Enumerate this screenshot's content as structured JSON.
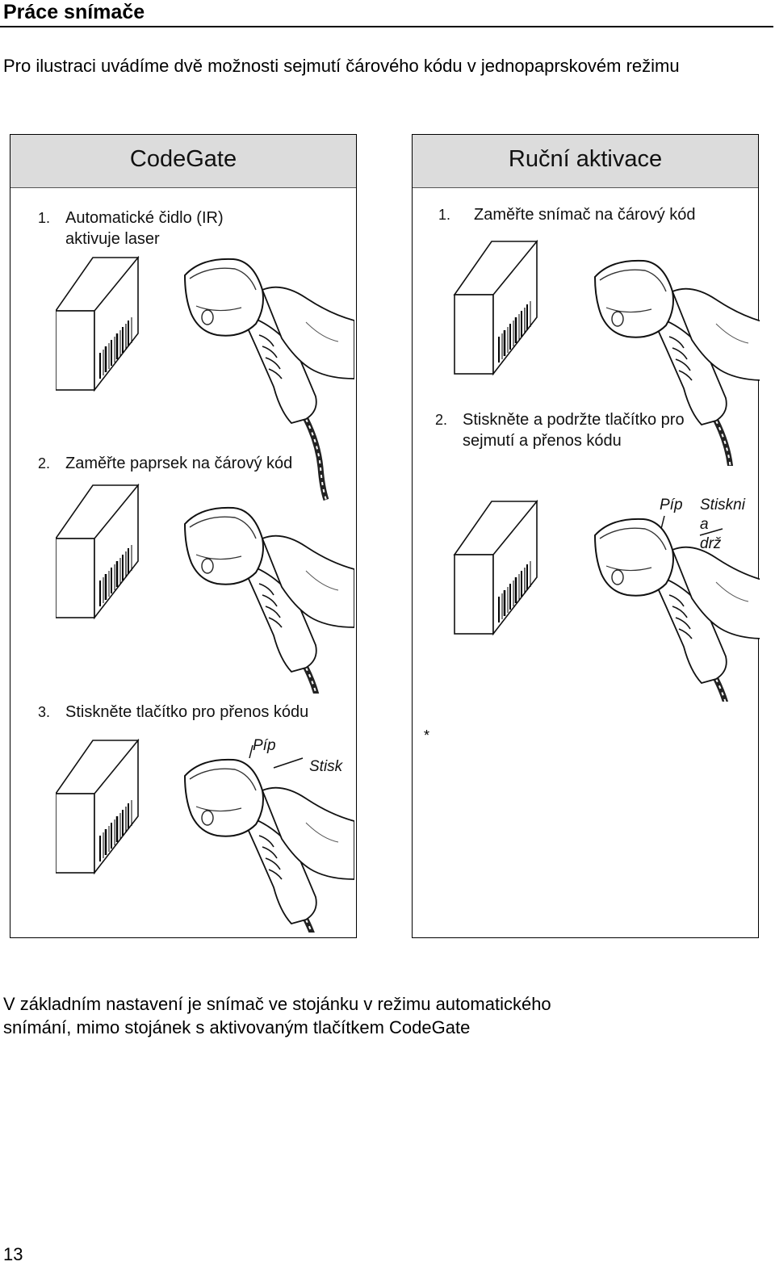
{
  "page": {
    "title": "Práce snímače",
    "intro": "Pro ilustraci uvádíme dvě možnosti sejmutí čárového kódu v jednopaprskovém režimu",
    "outro_line1": "V základním nastavení je snímač ve stojánku v režimu automatického",
    "outro_line2": "snímání, mimo stojánek s aktivovaným tlačítkem CodeGate",
    "page_number": "13"
  },
  "left_panel": {
    "header": "CodeGate",
    "steps": [
      {
        "num": "1.",
        "line1": "Automatické čidlo (IR)",
        "line2": "aktivuje laser"
      },
      {
        "num": "2.",
        "line1": "Zaměřte paprsek na čárový kód"
      },
      {
        "num": "3.",
        "line1": "Stiskněte tlačítko pro přenos kódu"
      }
    ],
    "callouts": {
      "beep": "Píp",
      "press": "Stisk"
    }
  },
  "right_panel": {
    "header": "Ruční aktivace",
    "steps": [
      {
        "num": "1.",
        "line1": "Zaměřte snímač na čárový kód"
      },
      {
        "num": "2.",
        "line1": "Stiskněte a podržte tlačítko pro",
        "line2": "sejmutí a přenos kódu"
      }
    ],
    "callouts": {
      "beep": "Píp",
      "press_1": "Stiskni",
      "press_2": "a",
      "press_3": "drž"
    },
    "asterisk": "*"
  }
}
